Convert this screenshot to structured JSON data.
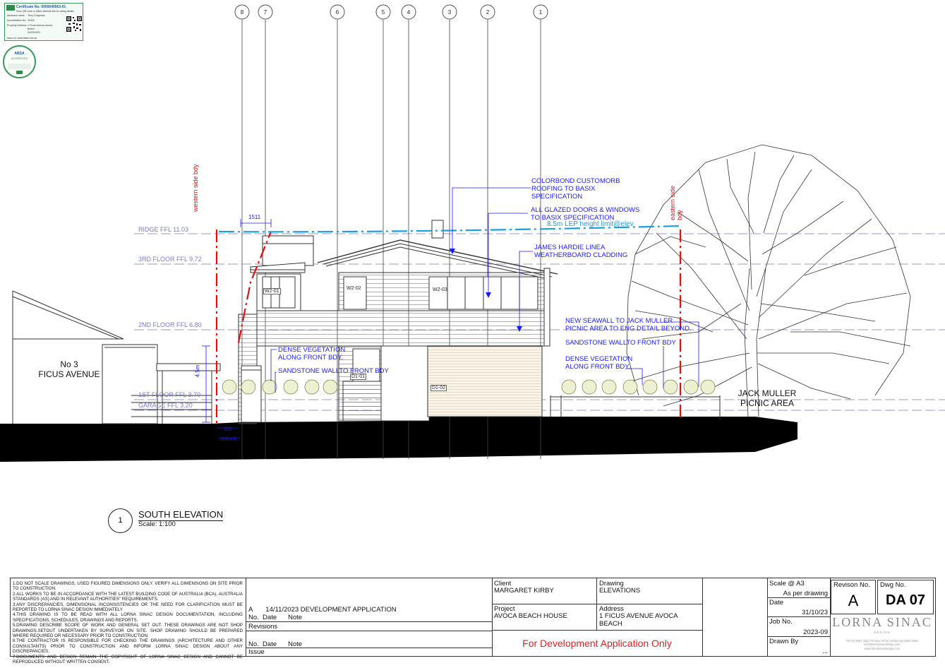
{
  "badges": {
    "certificate": {
      "title": "Certificate No. 0000640563-01",
      "scan_line": "Scan QR code or follow website link for rating details",
      "assessor_label": "Assessor name",
      "assessor_value": "Terry Chapman",
      "accreditation_label": "Accreditation No.",
      "accreditation_value": "20322",
      "property_label": "Property Address",
      "property_value": "1 Ficus Avenue Avoca Beach",
      "date_value": "04/09/2023",
      "footer_line": "Issue url: www.hstar.com.au"
    },
    "seal": {
      "top": "ABSA",
      "mid": "ACCREDITED"
    }
  },
  "grid_lines": [
    "8",
    "7",
    "6",
    "5",
    "4",
    "3",
    "2",
    "1"
  ],
  "levels": [
    {
      "label": "RIDGE FFL 11.03"
    },
    {
      "label": "3RD FLOOR FFL 9.72"
    },
    {
      "label": "2ND FLOOR FFL 6.80"
    },
    {
      "label": "1ST FLOOR FFL 3.70"
    },
    {
      "label": "GARAGE FFL 3.20"
    }
  ],
  "labels": {
    "neighbour_line1": "No 3",
    "neighbour_line2": "FICUS AVENUE",
    "park_line1": "JACK MULLER",
    "park_line2": "PICNIC AREA",
    "western_bdy": "western side bdy",
    "eastern_bdy": "eastern side bdy",
    "lep_limit": "8.5m LEP height limit@elev",
    "dim_1511": "1511",
    "dim_45": "4.5m",
    "setback_val": "900",
    "setback_word": "setback",
    "win_w201": "W2-01",
    "win_w202": "W2-02",
    "win_w203": "W2-03",
    "door_d101": "D1-01",
    "door_d102": "D1-02"
  },
  "annotations": {
    "roofing": [
      "COLORBOND CUSTOMORB",
      "ROOFING TO BASIX",
      "SPECIFICATION"
    ],
    "glazing": [
      "ALL GLAZED DOORS & WINDOWS",
      "TO BASIX SPECIFICATION"
    ],
    "cladding": [
      "JAMES HARDIE LINEA",
      "WEATHERBOARD CLADDING"
    ],
    "seawall": [
      "NEW SEAWALL TO JACK MULLER",
      "PICNIC AREA TO ENG DETAIL BEYOND."
    ],
    "sandstone_east": "SANDSTONE WALLTO FRONT BDY",
    "veg_east": [
      "DENSE VEGETATION",
      "ALONG FRONT BDY."
    ],
    "veg_west": [
      "DENSE VEGETATION",
      "ALONG FRONT BDY."
    ],
    "sandstone_west": "SANDSTONE WALLTO FRONT BDY"
  },
  "view_title": {
    "number": "1",
    "title": "SOUTH ELEVATION",
    "scale": "Scale: 1:100"
  },
  "title_block": {
    "notes": [
      "1.DO NOT SCALE DRAWINGS. USED FIGURED DIMENSIONS ONLY. VERIFY ALL DIMENSIONS ON SITE PRIOR TO CONSTRUCTION.",
      "2.ALL WORKS TO BE IN ACCORDANCE WITH THE LATEST BUILDING CODE OF AUSTRALIA (BCA), AUSTRALIA STANDARDS (AS) AND IN RELEVANT AUTHORITIES\" REQUIREMENTS.",
      "3.ANY DISCREPANCIES, DIMENSIONAL INCONSISTENCIES OR THE NEED FOR CLARIFICATION MUST BE REPORTED TO LORNA SINAC DESIGN IMMEDIATELY.",
      "4.THIS DRAWING IS TO BE READ WITH ALL LORNA SINAC DESIGN DOCUMENTATION, INCLUDING SPECIFICATIONS, SCHEDULES, DRAWINGS AND REPORTS.",
      "5.DRAWING DESCRIBE SCOPE OF WORK AND GENERAL SET OUT. THESE DRAWINGS ARE NOT SHOP DRAWINGS.SETOUT UNDERTAKEN BY SURVEYOR ON SITE. SHOP DRAWING SHOULD BE PREPARED WHERE REQUIRED OR NECESSARY PRIOR TO CONSTRUCTION.",
      "6.THE CONTRACTOR IS RESPONSIBLE FOR CHECKING THE DRAWINGS (ARCHITECTURE AND OTHER CONSULTANTS) PRIOR TO CONSTRUCTION AND INFORM LORNA SINAC DESIGN ABOUT ANY DISCREPANCIES.",
      "7.DOCUMENTS AND DESIGN REMAIN THE COPYRIGHT OF LORNA SINAC DESIGN AND CANNOT BE REPRODUCED WITHOUT WRITTEN CONSENT."
    ],
    "revision_entry": "A       14/11/2023 DEVELOPMENT APPLICATION",
    "rev_header": "No.  Date      Note",
    "revisions_label": "Revisions",
    "issue_header": "No.  Date      Note",
    "issue_label": "Issue",
    "client_label": "Client",
    "client_value": "MARGARET KIRBY",
    "drawing_label": "Drawing",
    "drawing_value": "ELEVATIONS",
    "project_label": "Project",
    "project_value": "AVOCA BEACH HOUSE",
    "address_label": "Address",
    "address_value": "1 FICUS AVENUE AVOCA BEACH",
    "da_only": "For Development Application Only",
    "scale_label": "Scale @ A3",
    "scale_value": "As per drawing",
    "date_label": "Date",
    "date_value": "31/10/23",
    "job_label": "Job No.",
    "job_value": "2023-09",
    "drawn_label": "Drawn By",
    "drawn_value": "...",
    "revision_label": "Revison No.",
    "revision_value": "A",
    "dwg_label": "Dwg No.",
    "dwg_value": "DA 07",
    "brand_name": "LORNA SINAC",
    "brand_sub": "DESIGN",
    "brand_contact": [
      "PH 02 9967 4321  PO Box 4079 Castlecrag NSW 2068",
      "info@lornasinacdesign.com",
      "www.lornasinacdesign.com"
    ]
  },
  "colors": {
    "annotation_blue": "#1a1aff",
    "level_purple": "#7a7ad0",
    "boundary_red": "#e01010",
    "lep_cyan": "#1aa0e0",
    "da_red": "#e02020"
  }
}
